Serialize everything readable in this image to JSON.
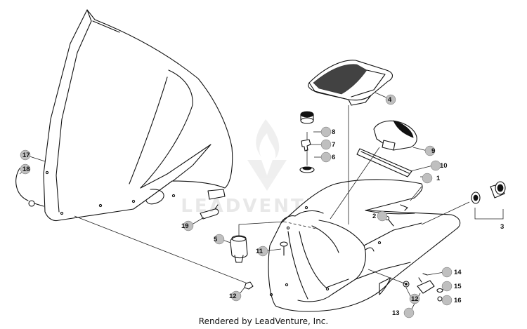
{
  "watermark": {
    "text": "LEADVENTURE"
  },
  "footer": {
    "credit": "Rendered by LeadVenture, Inc."
  },
  "callouts": [
    {
      "id": "c1",
      "label": "1"
    },
    {
      "id": "c2",
      "label": "2"
    },
    {
      "id": "c3",
      "label": "3"
    },
    {
      "id": "c4",
      "label": "4"
    },
    {
      "id": "c5",
      "label": "5"
    },
    {
      "id": "c6",
      "label": "6"
    },
    {
      "id": "c7",
      "label": "7"
    },
    {
      "id": "c8",
      "label": "8"
    },
    {
      "id": "c9",
      "label": "9"
    },
    {
      "id": "c10",
      "label": "10"
    },
    {
      "id": "c11",
      "label": "11"
    },
    {
      "id": "c12a",
      "label": "12"
    },
    {
      "id": "c12b",
      "label": "12"
    },
    {
      "id": "c13",
      "label": "13"
    },
    {
      "id": "c14",
      "label": "14"
    },
    {
      "id": "c15",
      "label": "15"
    },
    {
      "id": "c16",
      "label": "16"
    },
    {
      "id": "c17",
      "label": "17"
    },
    {
      "id": "c18",
      "label": "18"
    },
    {
      "id": "c19",
      "label": "19"
    }
  ],
  "colors": {
    "line": "#111111",
    "callout_dot": "#bfbfbf",
    "watermark": "#e8e8e8"
  }
}
